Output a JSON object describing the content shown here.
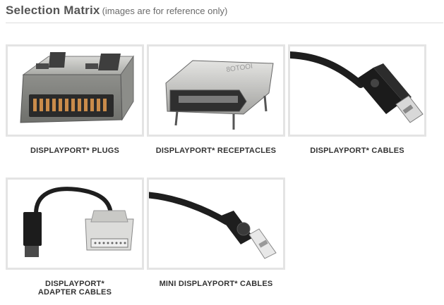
{
  "header": {
    "title": "Selection Matrix",
    "subtitle": "(images are for reference only)"
  },
  "products": [
    {
      "label": "DISPLAYPORT* PLUGS",
      "image_icon": "displayport-plug-image"
    },
    {
      "label": "DISPLAYPORT* RECEPTACLES",
      "image_icon": "displayport-receptacle-image"
    },
    {
      "label": "DISPLAYPORT* CABLES",
      "image_icon": "displayport-cable-image"
    },
    {
      "label": "DISPLAYPORT* ADAPTER CABLES",
      "image_icon": "displayport-adapter-cable-image"
    },
    {
      "label": "MINI DISPLAYPORT* CABLES",
      "image_icon": "mini-displayport-cable-image"
    }
  ]
}
